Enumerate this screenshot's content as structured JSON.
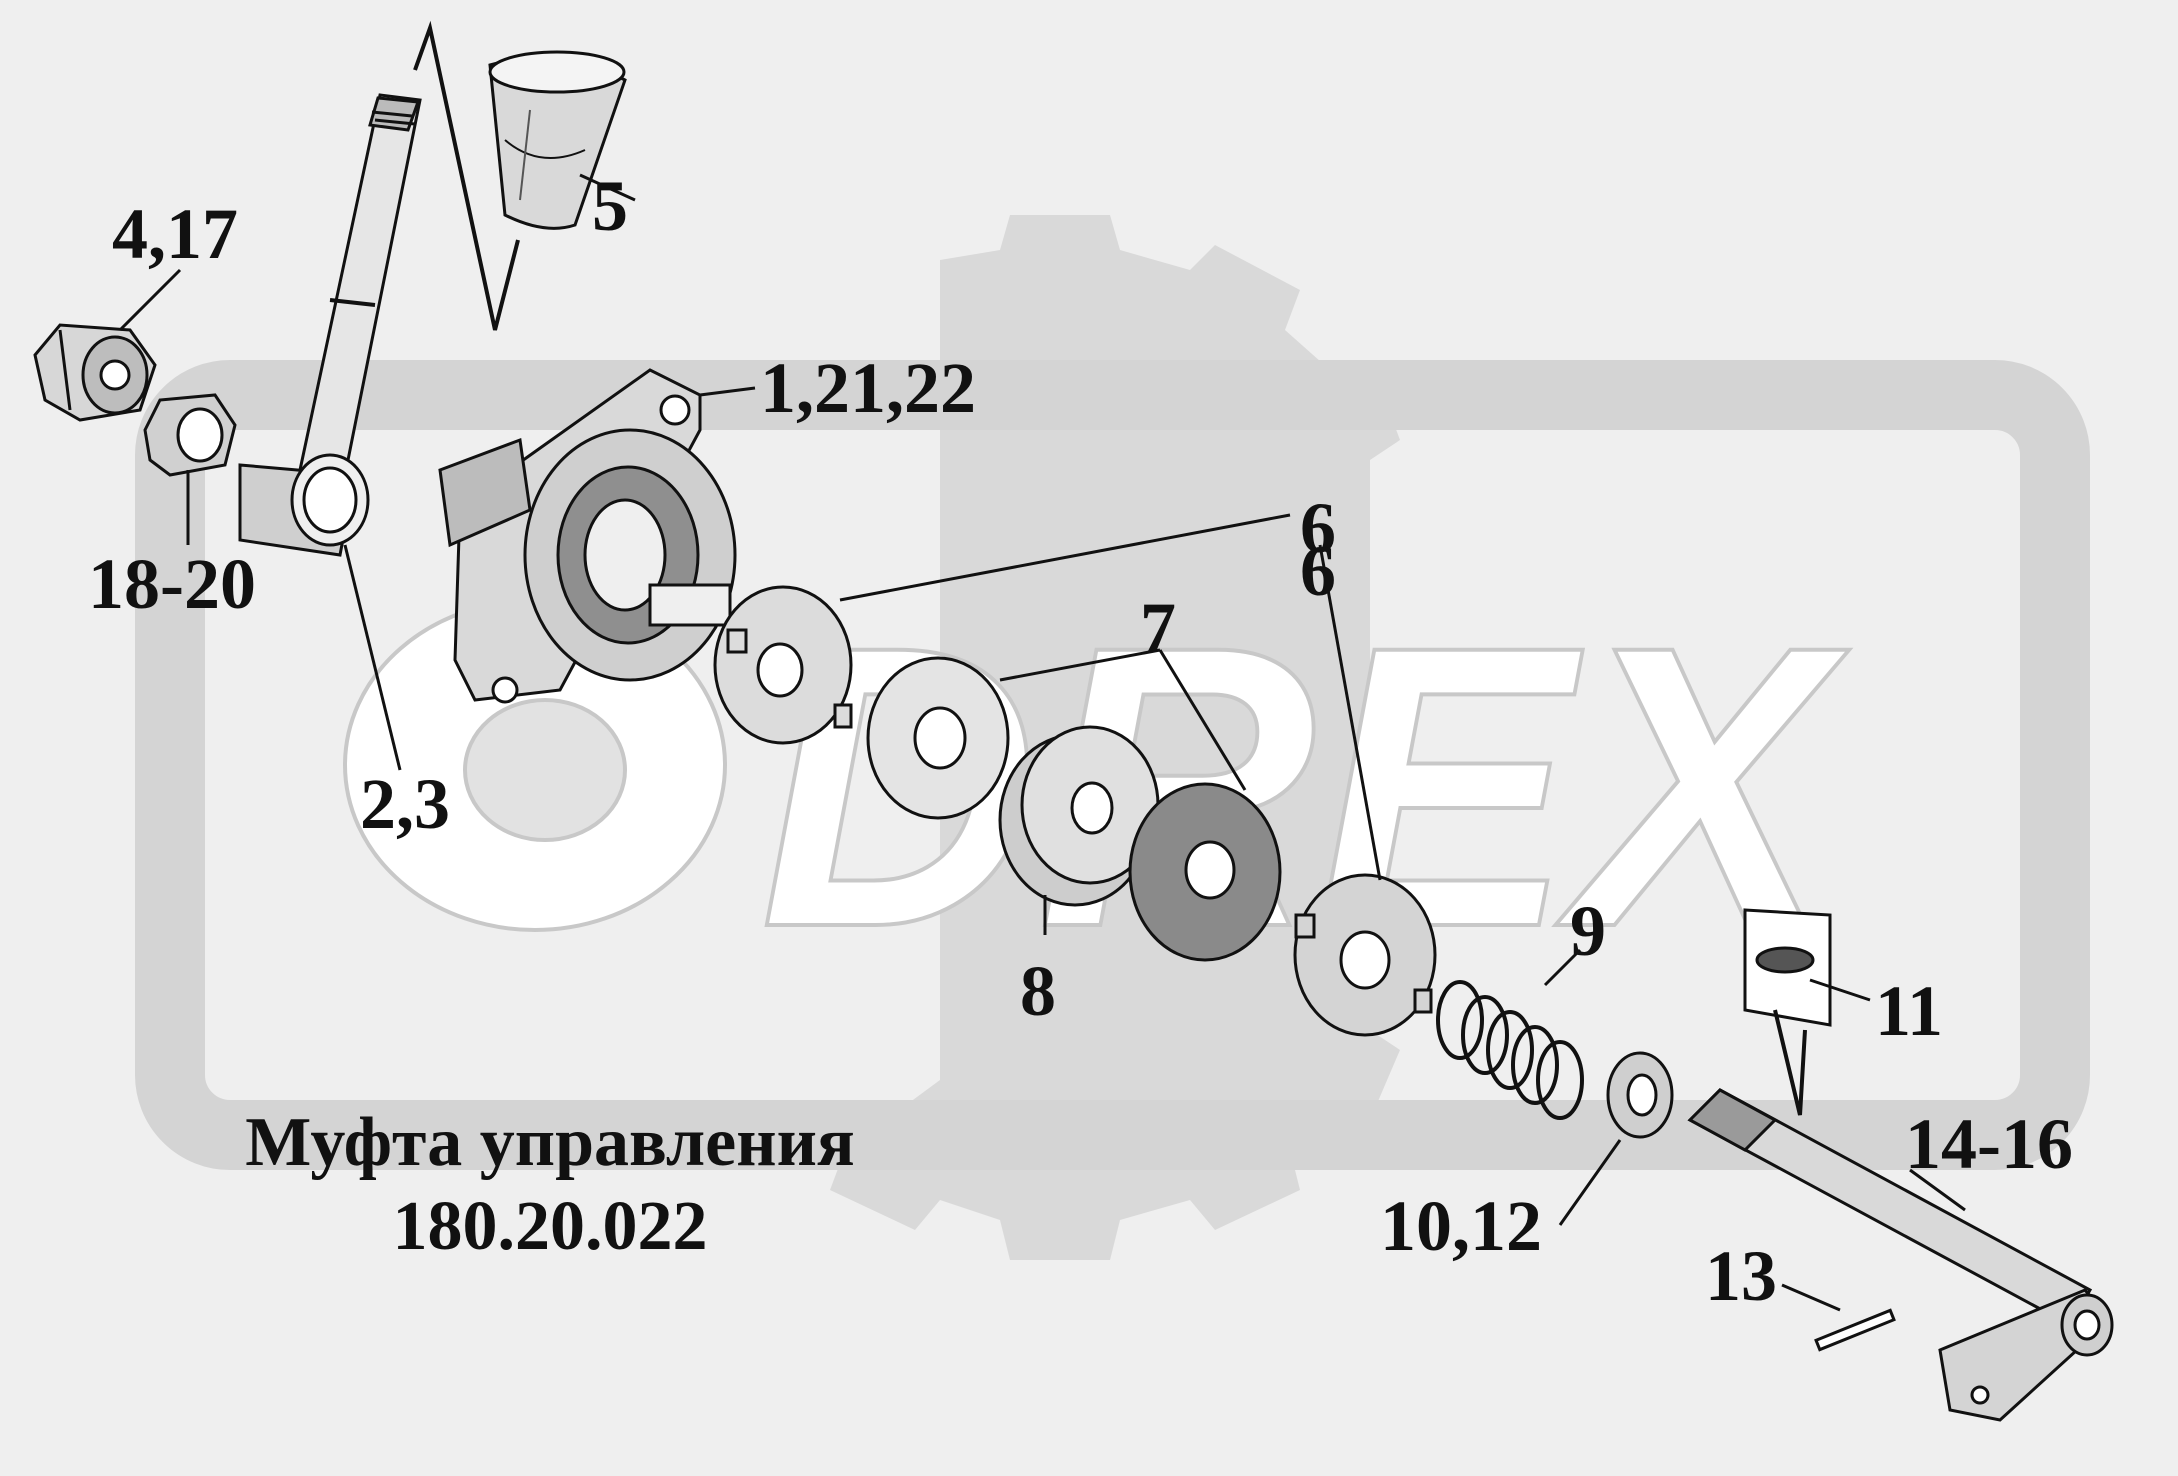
{
  "diagram": {
    "title_line1": "Муфта управления",
    "title_line2": "180.20.022",
    "callouts": [
      {
        "id": "c5",
        "label": "5"
      },
      {
        "id": "c4_17",
        "label": "4,17"
      },
      {
        "id": "c1_21_22",
        "label": "1,21,22"
      },
      {
        "id": "c18_20",
        "label": "18-20"
      },
      {
        "id": "c6a",
        "label": "6"
      },
      {
        "id": "c6b",
        "label": "6"
      },
      {
        "id": "c7",
        "label": "7"
      },
      {
        "id": "c2_3",
        "label": "2,3"
      },
      {
        "id": "c8",
        "label": "8"
      },
      {
        "id": "c9",
        "label": "9"
      },
      {
        "id": "c11",
        "label": "11"
      },
      {
        "id": "c14_16",
        "label": "14-16"
      },
      {
        "id": "c10_12",
        "label": "10,12"
      },
      {
        "id": "c13",
        "label": "13"
      }
    ],
    "watermark": {
      "text": "DREX",
      "color": "#cfcfcf"
    },
    "line_color": "#111111",
    "background_color": "#efefef"
  }
}
